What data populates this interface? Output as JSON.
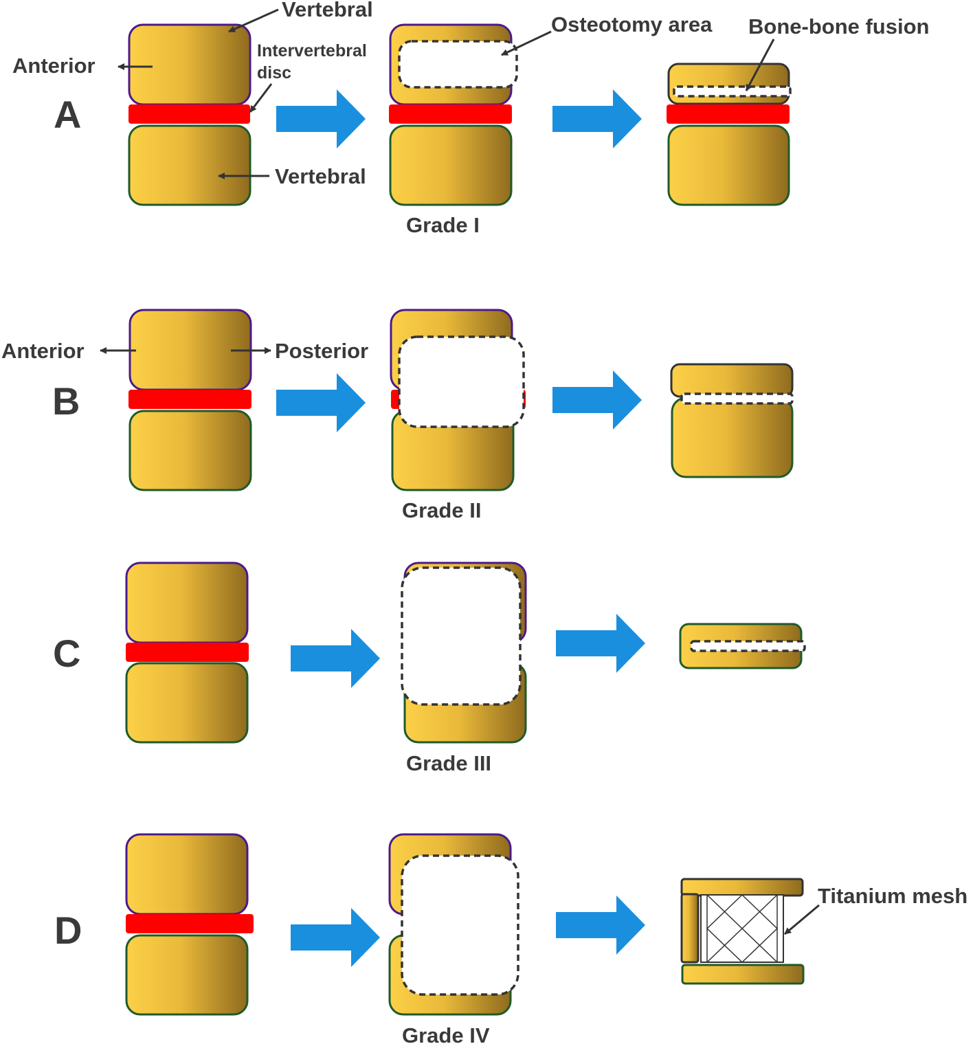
{
  "rows": {
    "a": {
      "letter": "A",
      "grade": "Grade I"
    },
    "b": {
      "letter": "B",
      "grade": "Grade  II"
    },
    "c": {
      "letter": "C",
      "grade": "Grade  III"
    },
    "d": {
      "letter": "D",
      "grade": "Grade  IV"
    }
  },
  "labels": {
    "vertebral_top": "Vertebral",
    "vertebral_bottom": "Vertebral",
    "anterior_a": "Anterior",
    "intervertebral_1": "Intervertebral",
    "intervertebral_2": "disc",
    "osteotomy_area": "Osteotomy area",
    "bone_bone_fusion": "Bone-bone fusion",
    "anterior_b": "Anterior",
    "posterior_b": "Posterior",
    "titanium_mesh": "Titanium mesh"
  },
  "colors": {
    "bone_light": "#fcd048",
    "bone_dark": "#8f6b1e",
    "disc": "#ff0000",
    "arrow": "#1a8fde",
    "upper_outline": "#4b1a8a",
    "lower_outline": "#1f5a2a",
    "text": "#3a3a3a"
  }
}
